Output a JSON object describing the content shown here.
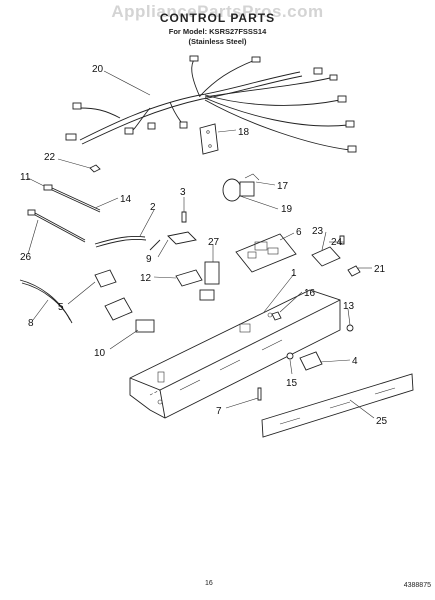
{
  "watermark": "AppliancePartsPros.com",
  "header": {
    "title": "CONTROL PARTS",
    "model_line": "For Model: KSRS27FSSS14",
    "finish_line": "(Stainless Steel)"
  },
  "callouts": [
    "20",
    "18",
    "22",
    "11",
    "14",
    "3",
    "17",
    "2",
    "19",
    "26",
    "27",
    "6",
    "23",
    "24",
    "9",
    "21",
    "12",
    "1",
    "16",
    "5",
    "13",
    "8",
    "10",
    "4",
    "15",
    "7",
    "25"
  ],
  "footer": {
    "page_number": "16",
    "doc_number": "4388875"
  }
}
